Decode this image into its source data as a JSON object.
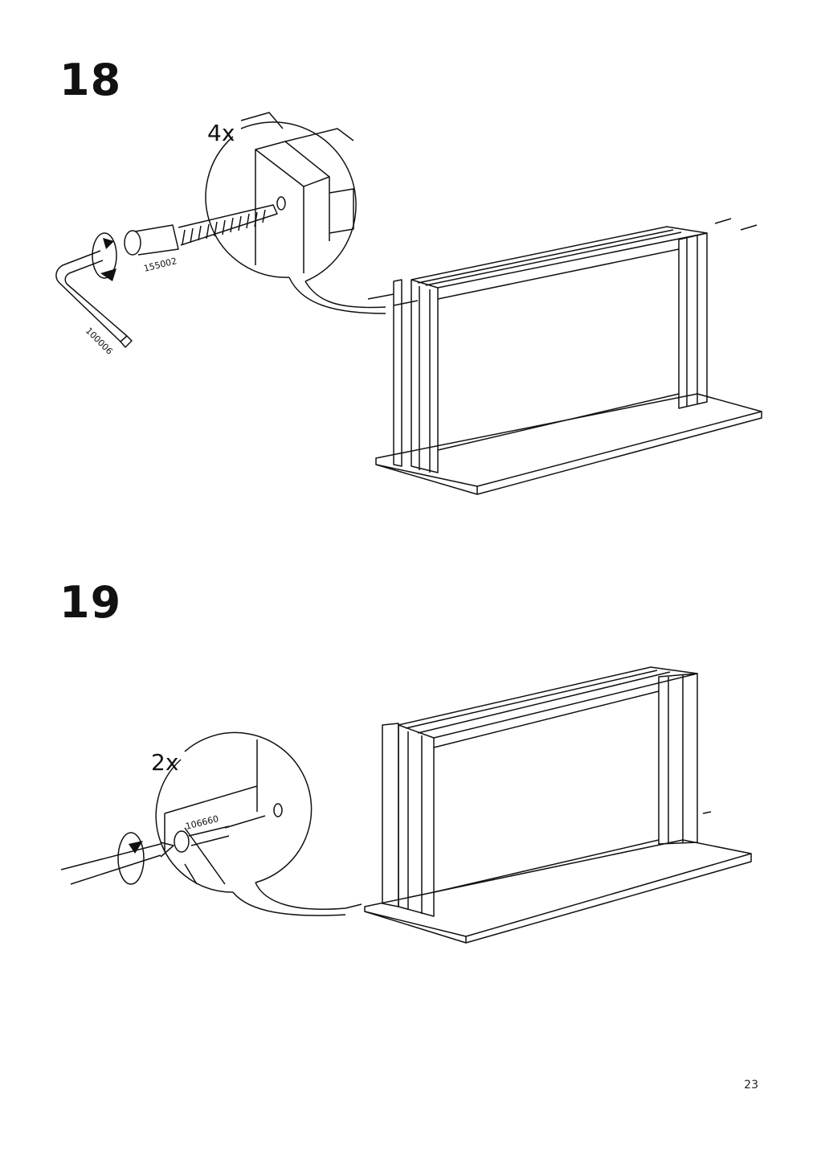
{
  "steps": [
    {
      "number": "18",
      "quantity": "4x",
      "parts": {
        "screw": "155002",
        "tool": "100006"
      }
    },
    {
      "number": "19",
      "quantity": "2x",
      "parts": {
        "screw": "106660"
      }
    }
  ],
  "page_number": "23"
}
